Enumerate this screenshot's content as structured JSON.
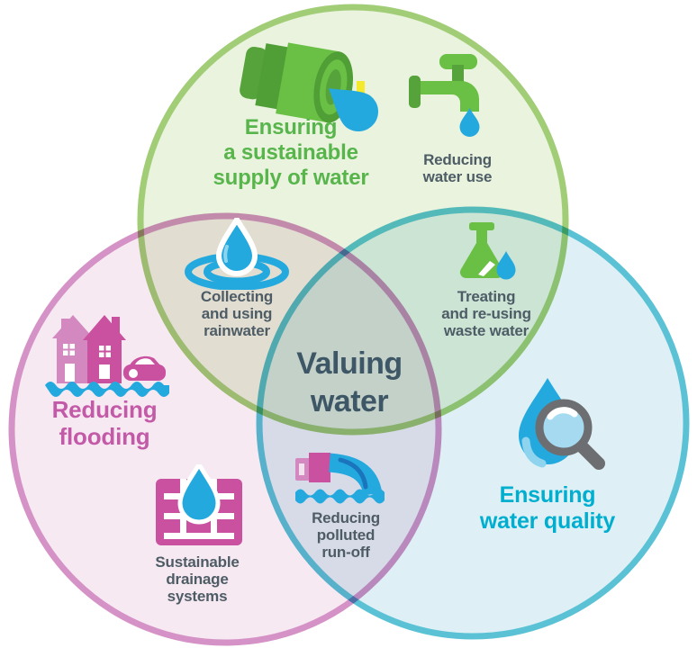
{
  "palette": {
    "background": "#ffffff",
    "water_blue": "#24a9df",
    "water_blue_light": "#8fd4ef",
    "lens_blue": "#a5daf1",
    "icon_green": "#6abf45",
    "icon_green_dark": "#4f9e36",
    "icon_green_mid": "#55a33a",
    "icon_pink": "#c9519f",
    "icon_pink_light": "#d389c0",
    "magnifier_gray": "#6d6e71",
    "accent_yellow": "#f5e92c",
    "flow_navy": "#1b75bc",
    "small_label_color": "#4e5c66"
  },
  "center": {
    "label": "Valuing\nwater",
    "color": "#3e5766"
  },
  "circles": {
    "supply": {
      "label": "Ensuring\na sustainable\nsupply of water",
      "fill": "#e9f3dd",
      "border": "#a2cd77",
      "text_color": "#58b54b",
      "icon": "pouring-bucket-icon"
    },
    "flooding": {
      "label": "Reducing\nflooding",
      "fill": "#f7e9f2",
      "border": "#d592c6",
      "text_color": "#c35aa8",
      "icon": "flooded-houses-icon"
    },
    "quality": {
      "label": "Ensuring\nwater quality",
      "fill": "#def0f5",
      "border": "#5bc2d6",
      "text_color": "#00aed0",
      "icon": "magnifier-drop-icon"
    }
  },
  "items": {
    "water_use": {
      "label": "Reducing\nwater use",
      "icon": "tap-icon"
    },
    "rainwater": {
      "label": "Collecting\nand using\nrainwater",
      "icon": "water-drop-ripple-icon"
    },
    "waste_water": {
      "label": "Treating\nand re-using\nwaste water",
      "icon": "flask-icon"
    },
    "drainage": {
      "label": "Sustainable\ndrainage\nsystems",
      "icon": "brick-wall-drop-icon"
    },
    "runoff": {
      "label": "Reducing\npolluted\nrun-off",
      "icon": "outflow-pipe-icon"
    }
  }
}
